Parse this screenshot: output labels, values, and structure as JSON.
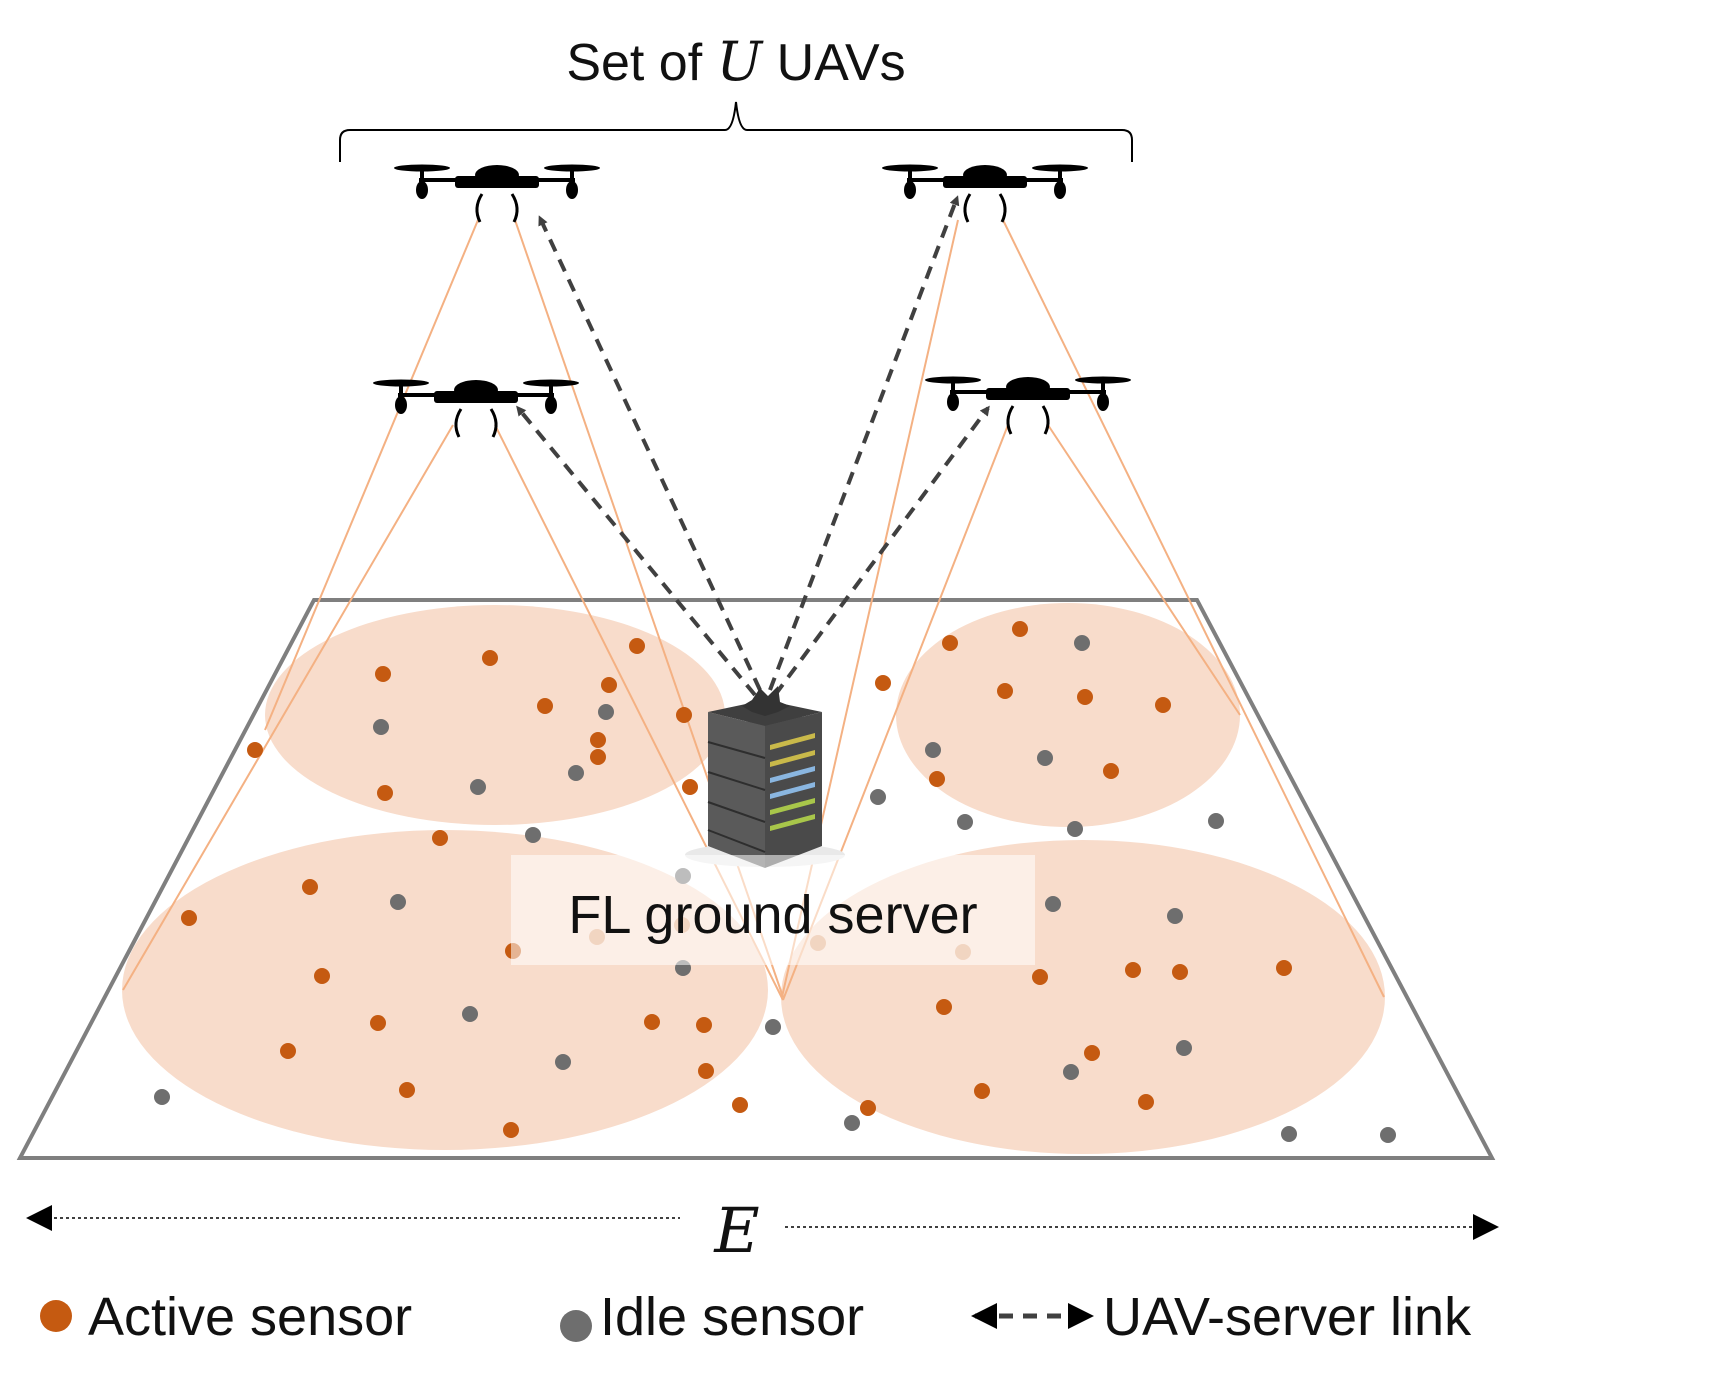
{
  "title": {
    "prefix": "Set of",
    "variable": "U",
    "suffix": "UAVs"
  },
  "server_label": "FL ground server",
  "area_label": "E",
  "legend": {
    "active": "Active sensor",
    "idle": "Idle sensor",
    "link": "UAV-server link"
  },
  "colors": {
    "active": "#C55A11",
    "idle": "#6E6E6E",
    "coverage": "#F8DCCB",
    "beam": "#F4B183",
    "link": "#404040",
    "border": "#7F7F7F"
  },
  "icons": [
    "uav-drone-icon",
    "server-rack-icon",
    "brace-icon",
    "double-arrow-icon"
  ]
}
